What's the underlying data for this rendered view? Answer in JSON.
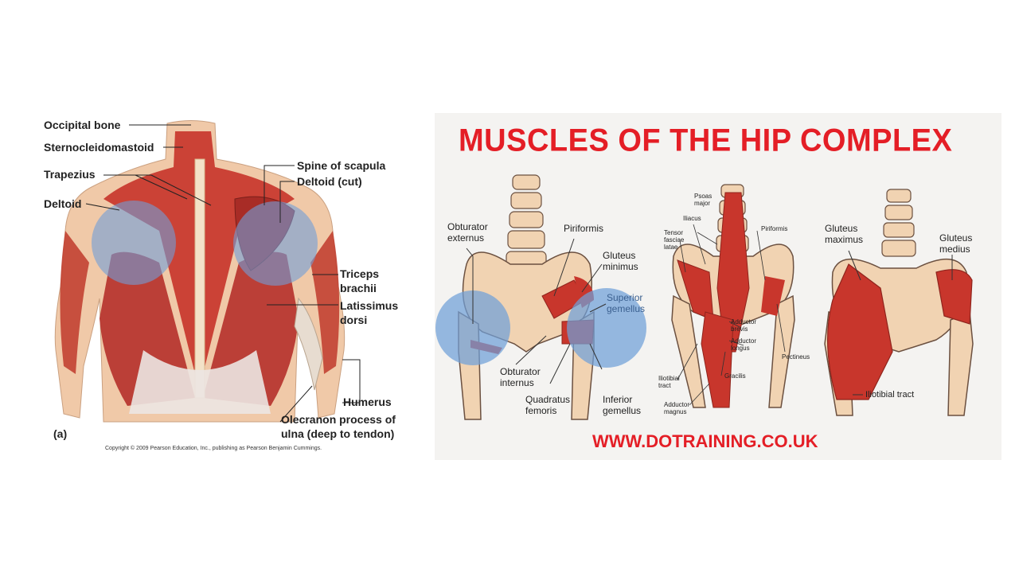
{
  "back_panel": {
    "labels": {
      "occipital_bone": "Occipital bone",
      "sternocleidomastoid": "Sternocleidomastoid",
      "trapezius": "Trapezius",
      "deltoid": "Deltoid",
      "spine_of_scapula": "Spine of scapula",
      "deltoid_cut": "Deltoid (cut)",
      "triceps_line1": "Triceps",
      "triceps_line2": "brachii",
      "latissimus_line1": "Latissimus",
      "latissimus_line2": "dorsi",
      "humerus": "Humerus",
      "olecranon_line1": "Olecranon process of",
      "olecranon_line2": "ulna (deep to tendon)"
    },
    "figure_tag": "(a)",
    "copyright": "Copyright © 2009 Pearson Education, Inc., publishing as Pearson Benjamin Cummings."
  },
  "hip_panel": {
    "title": "MUSCLES OF THE HIP COMPLEX",
    "url": "WWW.DOTRAINING.CO.UK",
    "labels": {
      "obturator_externus_1": "Obturator",
      "obturator_externus_2": "externus",
      "piriformis": "Piriformis",
      "gluteus_minimus_1": "Gluteus",
      "gluteus_minimus_2": "minimus",
      "superior_gemellus_1": "Superior",
      "superior_gemellus_2": "gemellus",
      "obturator_internus_1": "Obturator",
      "obturator_internus_2": "internus",
      "quadratus_femoris_1": "Quadratus",
      "quadratus_femoris_2": "femoris",
      "inferior_gemellus_1": "Inferior",
      "inferior_gemellus_2": "gemellus",
      "psoas_1": "Psoas",
      "psoas_2": "major",
      "iliacus": "Iliacus",
      "tfl_1": "Tensor",
      "tfl_2": "fasciae",
      "tfl_3": "latae",
      "piriformis_small": "Piriformis",
      "adductor_brevis_1": "Adductor",
      "adductor_brevis_2": "brevis",
      "adductor_longus_1": "Adductor",
      "adductor_longus_2": "longus",
      "pectineus": "Pectineus",
      "iliotibial_small_1": "Iliotibial",
      "iliotibial_small_2": "tract",
      "gracilis": "Gracilis",
      "adductor_magnus_1": "Adductor",
      "adductor_magnus_2": "magnus",
      "gluteus_maximus_1": "Gluteus",
      "gluteus_maximus_2": "maximus",
      "gluteus_medius_1": "Gluteus",
      "gluteus_medius_2": "medius",
      "iliotibial_tract": "Iliotibial tract"
    }
  },
  "colors": {
    "muscle": "#c8362c",
    "muscle_dark": "#9e2a22",
    "bone": "#f1d3b2",
    "bone_outline": "#6b5040",
    "highlight": "#6f9fd8",
    "title_red": "#e41e26"
  }
}
